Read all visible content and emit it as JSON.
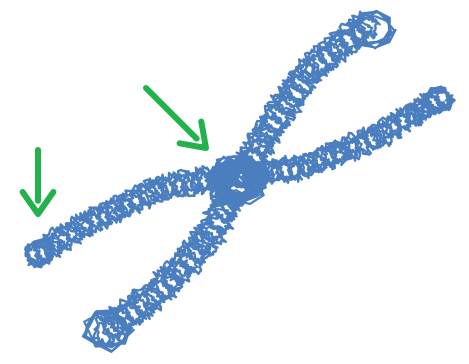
{
  "figure": {
    "subject": "chromosome",
    "chromatid_count": 2,
    "arrow_count": 2,
    "colors": {
      "chromatin": "#4a7ebf",
      "arrow": "#22b24c",
      "background": "#ffffff"
    },
    "icons": [
      "coiled-chromatid-strand",
      "down-arrow",
      "diagonal-arrow"
    ]
  }
}
